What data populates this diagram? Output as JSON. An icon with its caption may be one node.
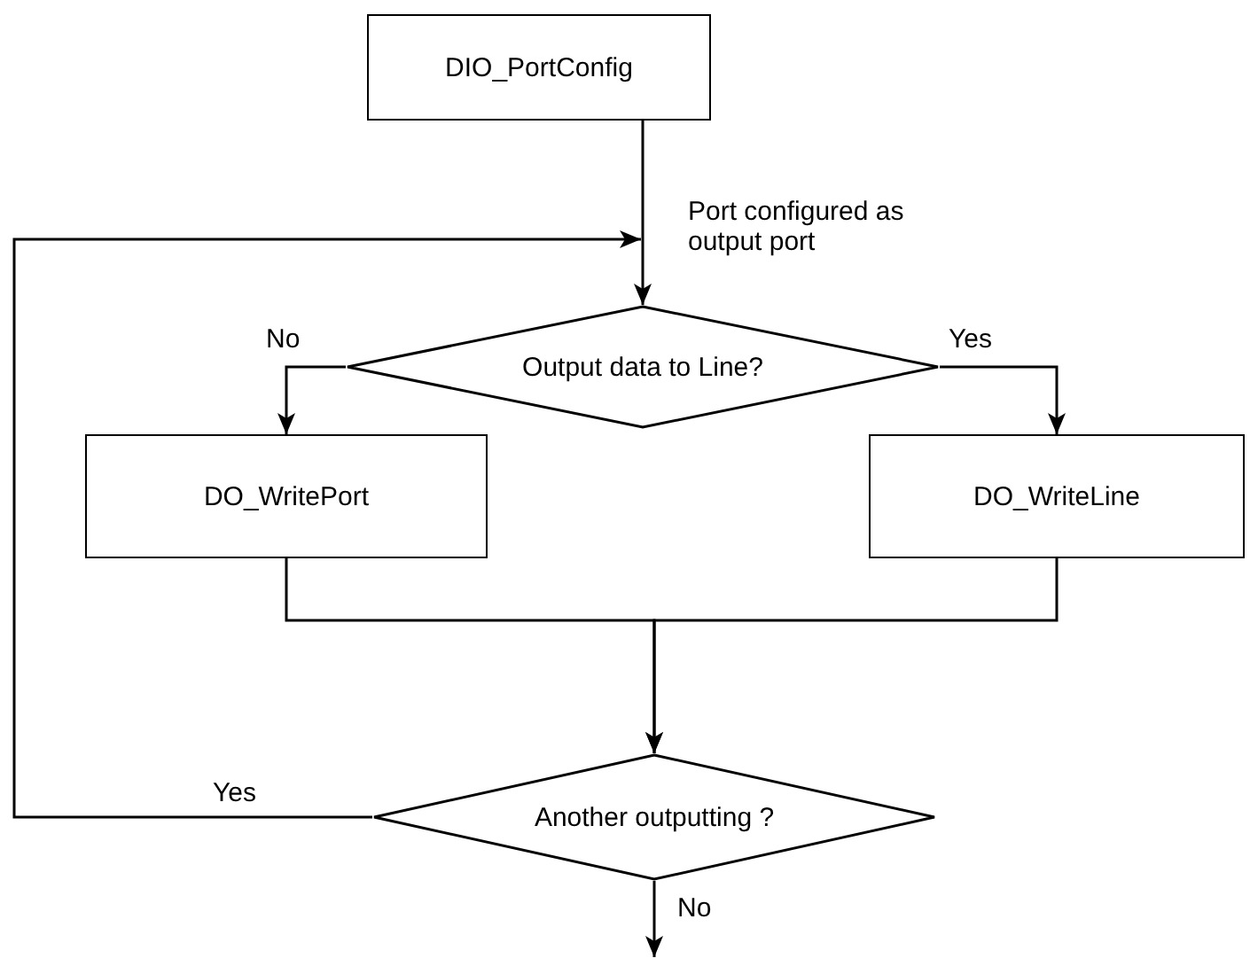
{
  "diagram": {
    "nodes": [
      {
        "text": [
          "DIO_PortConfig"
        ]
      },
      {
        "text": [
          "Output data to Line?"
        ]
      },
      {
        "text": [
          "DO_WritePort"
        ]
      },
      {
        "text": [
          "DO_WriteLine"
        ]
      },
      {
        "text": [
          "Another outputting ?"
        ]
      }
    ],
    "edges": [
      {
        "from": 0,
        "to": 1,
        "arrow": "to",
        "label": "Port configured as output port"
      },
      {
        "from": 1,
        "to": 2,
        "arrow": "to",
        "label": "No"
      },
      {
        "from": 1,
        "to": 3,
        "arrow": "to",
        "label": "Yes"
      },
      {
        "from": 2,
        "to": 4,
        "arrow": "to"
      },
      {
        "from": 3,
        "to": 4,
        "arrow": "to"
      },
      {
        "from": 4,
        "to": 1,
        "arrow": "to",
        "label": "Yes"
      },
      {
        "from": 4,
        "to": null,
        "arrow": "to",
        "label": "No"
      }
    ]
  }
}
